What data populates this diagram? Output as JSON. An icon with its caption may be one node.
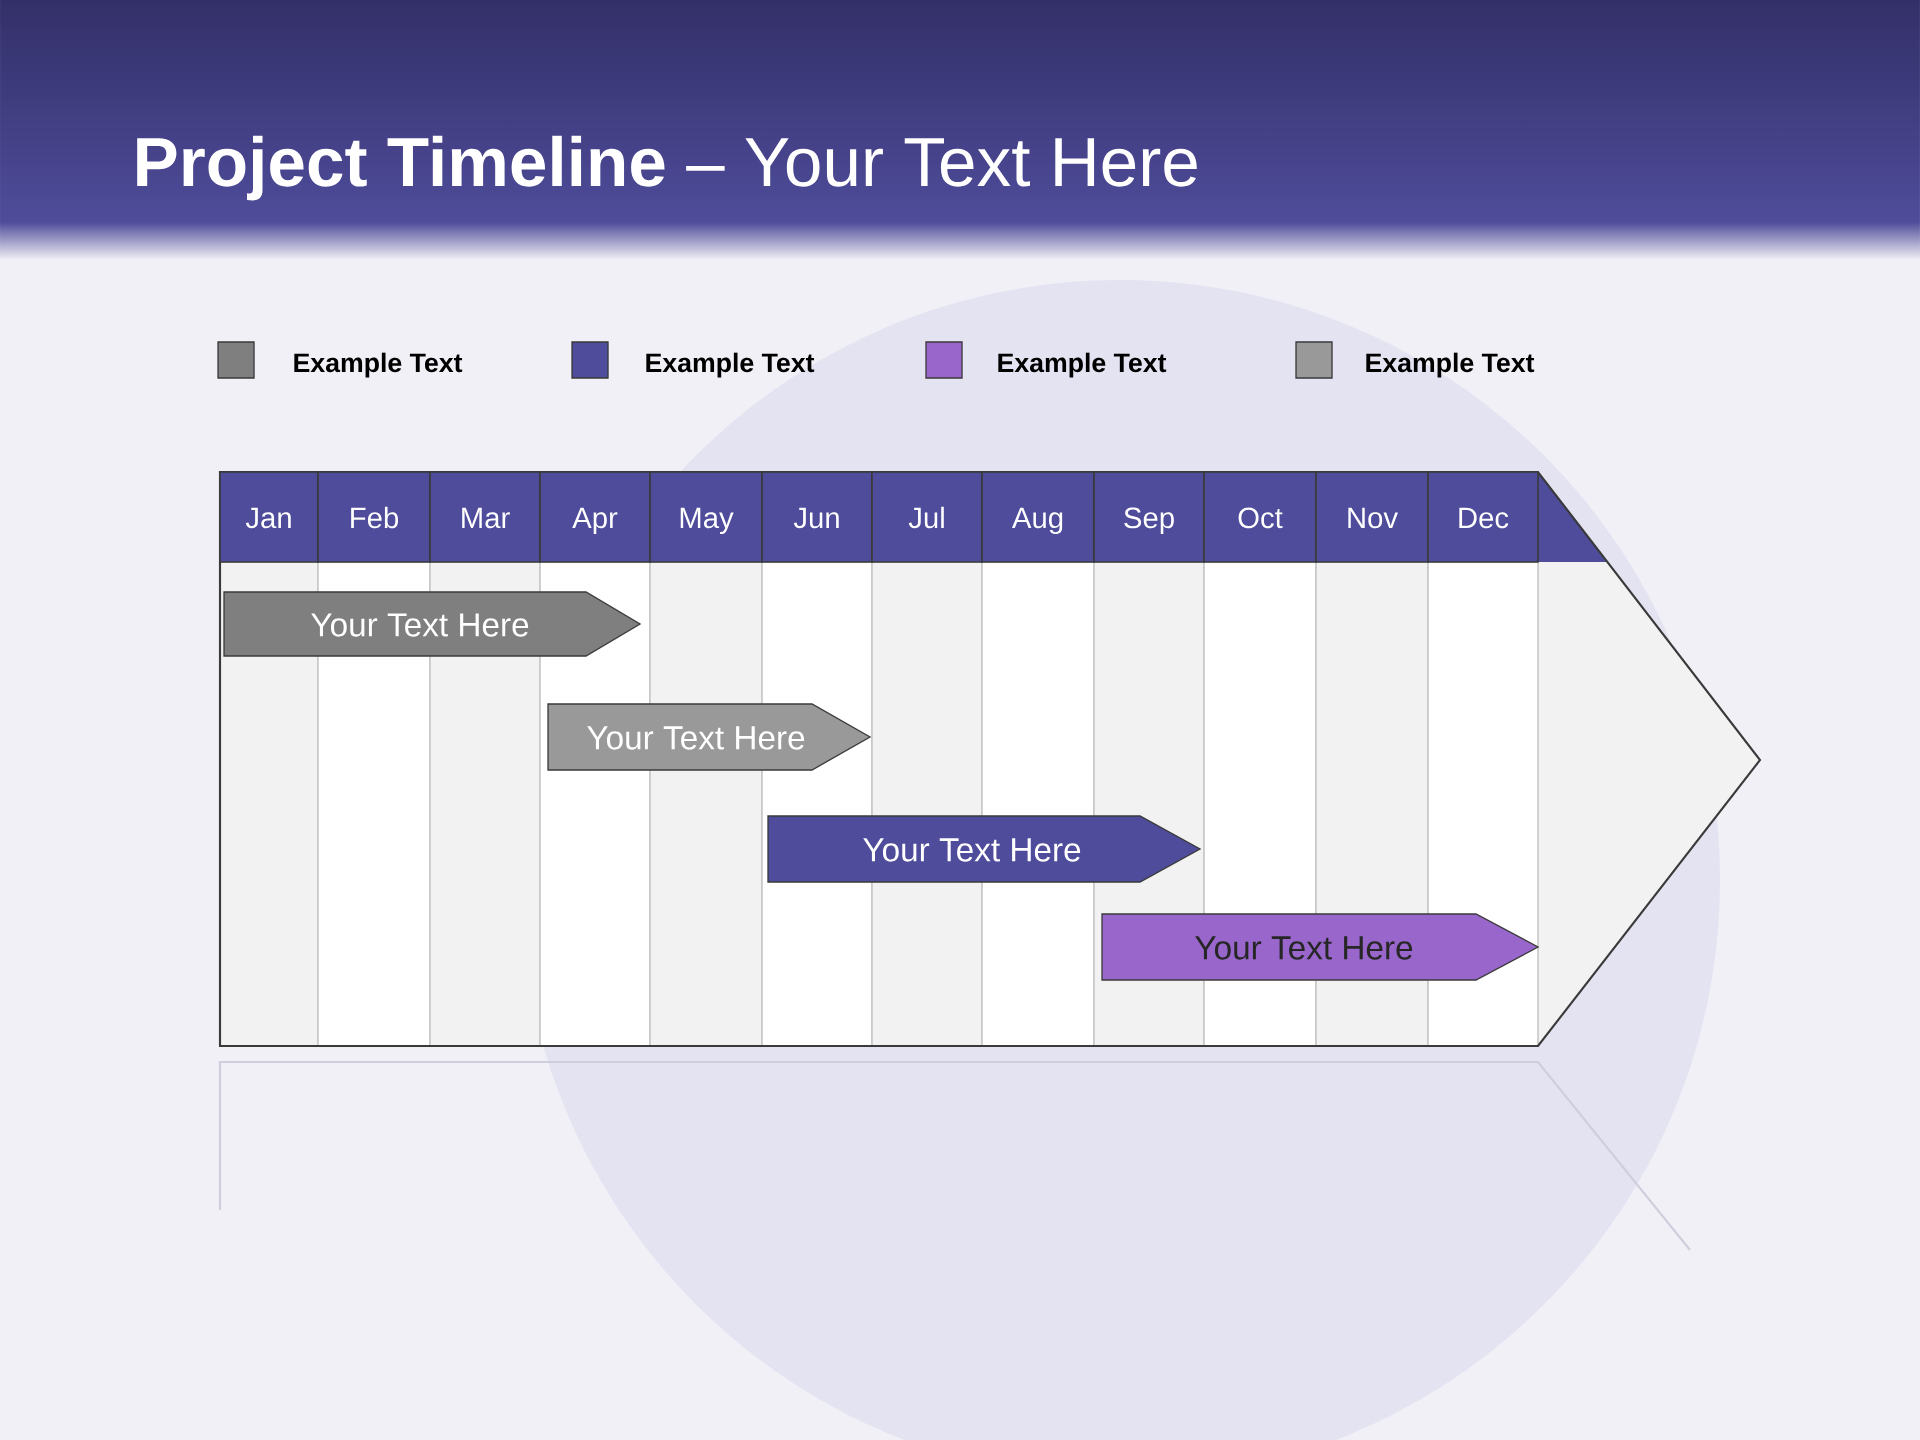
{
  "diagram": {
    "title": "**Project Timeline** – Your Text Here",
    "nodes": [
      {
        "text": [
          "Your Text Here"
        ]
      },
      {
        "text": [
          "Your Text Here"
        ]
      },
      {
        "text": [
          "Your Text Here"
        ]
      },
      {
        "text": [
          "Your Text Here"
        ]
      }
    ],
    "labels": [
      "Jan",
      "Feb",
      "Mar",
      "Apr",
      "May",
      "Jun",
      "Jul",
      "Aug",
      "Sep",
      "Oct",
      "Nov",
      "Dec"
    ],
    "legend": [
      {
        "text": "Example Text",
        "color": "#7f7f7f"
      },
      {
        "text": "Example Text",
        "color": "#4e4c9b"
      },
      {
        "text": "Example Text",
        "color": "#9966cc"
      },
      {
        "text": "Example Text",
        "color": "#999999"
      }
    ]
  }
}
